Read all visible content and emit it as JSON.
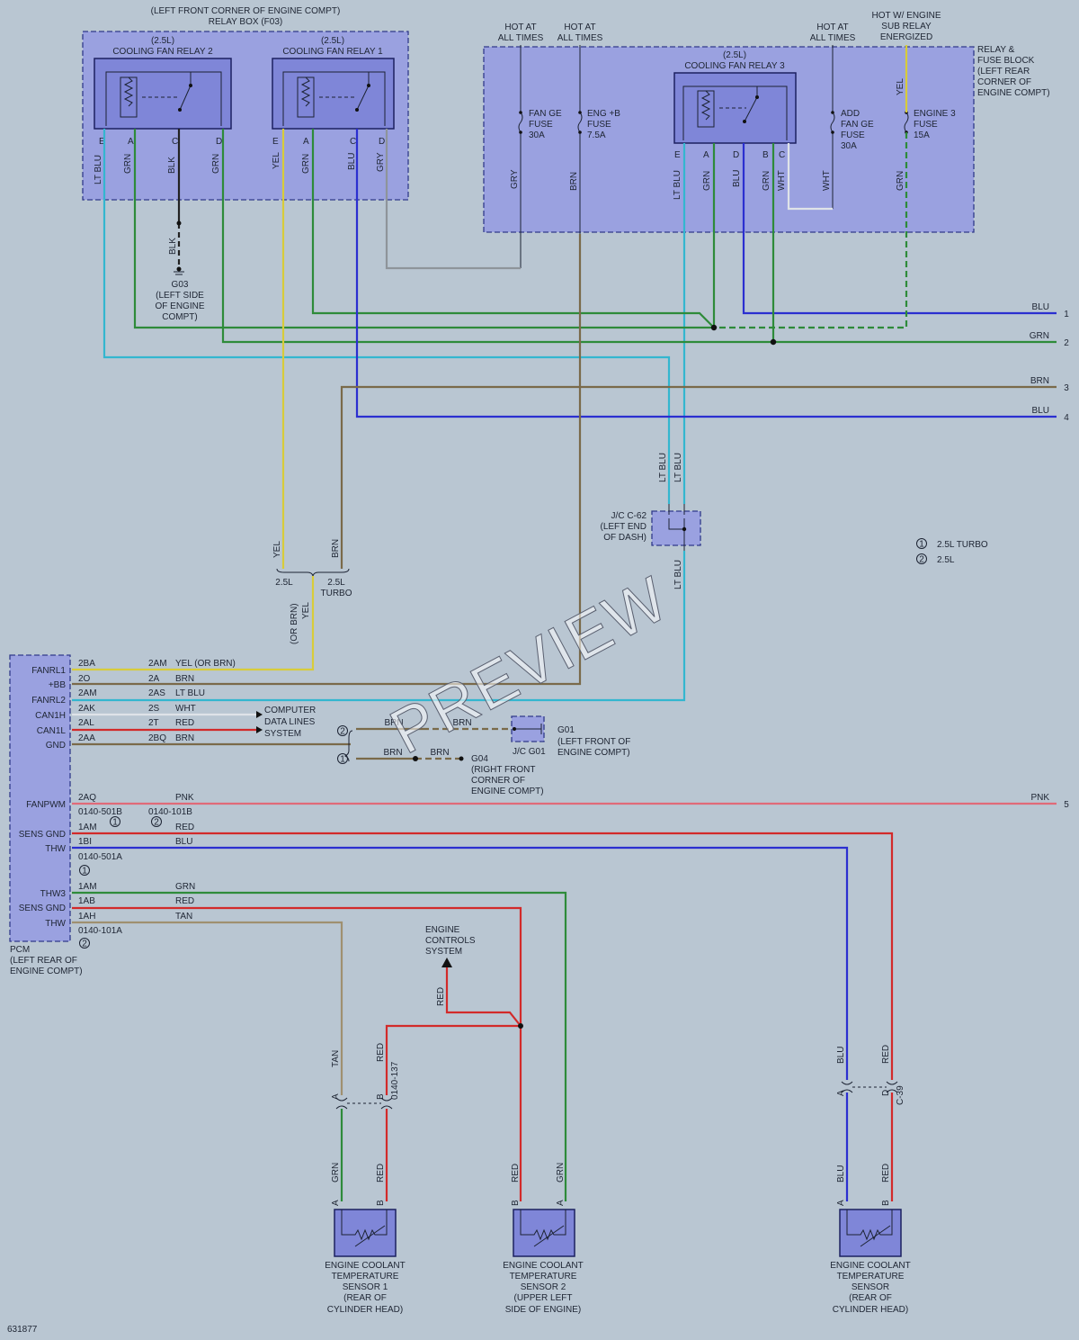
{
  "relay_box": {
    "title": "(LEFT FRONT CORNER OF ENGINE COMPT)",
    "subtitle": "RELAY BOX (F03)",
    "relay2": {
      "variant": "(2.5L)",
      "name": "COOLING FAN RELAY 2",
      "pins": [
        "E",
        "A",
        "C",
        "D"
      ],
      "wires": [
        "LT BLU",
        "GRN",
        "BLK",
        "GRN"
      ]
    },
    "relay1": {
      "variant": "(2.5L)",
      "name": "COOLING FAN RELAY 1",
      "pins": [
        "E",
        "A",
        "C",
        "D"
      ],
      "wires": [
        "YEL",
        "GRN",
        "BLU",
        "GRY"
      ]
    }
  },
  "fuse_block": {
    "title": [
      "RELAY &",
      "FUSE BLOCK",
      "(LEFT REAR",
      "CORNER OF",
      "ENGINE COMPT)"
    ],
    "hot_at_all_times": [
      "HOT AT",
      "ALL TIMES"
    ],
    "hot_engine": [
      "HOT W/ ENGINE",
      "SUB RELAY",
      "ENERGIZED"
    ],
    "fuses": {
      "fan_ge": [
        "FAN GE",
        "FUSE",
        "30A"
      ],
      "eng_bb": [
        "ENG +B",
        "FUSE",
        "7.5A"
      ],
      "add_fan": [
        "ADD",
        "FAN GE",
        "FUSE",
        "30A"
      ],
      "engine3": [
        "ENGINE 3",
        "FUSE",
        "15A"
      ]
    },
    "relay3": {
      "variant": "(2.5L)",
      "name": "COOLING FAN RELAY 3",
      "pins": [
        "E",
        "A",
        "D",
        "B",
        "C"
      ],
      "wires": [
        "LT BLU",
        "GRN",
        "BLU",
        "GRN",
        "WHT"
      ]
    },
    "wire_labels": {
      "gry": "GRY",
      "brn": "BRN",
      "wht": "WHT",
      "grn": "GRN",
      "yel": "YEL"
    }
  },
  "ground_g03": {
    "wire": "BLK",
    "label": [
      "G03",
      "(LEFT SIDE",
      "OF ENGINE",
      "COMPT)"
    ]
  },
  "right_wires": [
    {
      "label": "BLU",
      "num": "1"
    },
    {
      "label": "GRN",
      "num": "2"
    },
    {
      "label": "BRN",
      "num": "3"
    },
    {
      "label": "BLU",
      "num": "4"
    }
  ],
  "jc_c62": {
    "label": [
      "J/C C-62",
      "(LEFT END",
      "OF DASH)"
    ],
    "wire_top": "LT BLU",
    "wire_bottom": "LT BLU"
  },
  "legend": [
    {
      "mark": "1",
      "text": "2.5L TURBO"
    },
    {
      "mark": "2",
      "text": "2.5L"
    }
  ],
  "variant_split": {
    "yel": "YEL",
    "brn": "BRN",
    "left": "2.5L",
    "right": [
      "2.5L",
      "TURBO"
    ],
    "below": [
      "(OR BRN)",
      "YEL"
    ]
  },
  "pcm": {
    "label": [
      "PCM",
      "(LEFT REAR OF",
      "ENGINE COMPT)"
    ],
    "pins": [
      "FANRL1",
      "+BB",
      "FANRL2",
      "CAN1H",
      "CAN1L",
      "GND",
      "FANPWM",
      "SENS GND",
      "THW",
      "THW3",
      "SENS GND",
      "THW"
    ],
    "rows": [
      {
        "p1": "2BA",
        "p2": "2AM",
        "w": "YEL  (OR BRN)"
      },
      {
        "p1": "2O",
        "p2": "2A",
        "w": "BRN"
      },
      {
        "p1": "2AM",
        "p2": "2AS",
        "w": "LT BLU"
      },
      {
        "p1": "2AK",
        "p2": "2S",
        "w": "WHT"
      },
      {
        "p1": "2AL",
        "p2": "2T",
        "w": "RED"
      },
      {
        "p1": "2AA",
        "p2": "2BQ",
        "w": "BRN"
      },
      {
        "p1": "2AQ",
        "p2": "",
        "w": "PNK"
      },
      {
        "p1": "1AM",
        "p2": "",
        "w": "RED"
      },
      {
        "p1": "1BI",
        "p2": "",
        "w": "BLU"
      },
      {
        "p1": "1AM",
        "p2": "",
        "w": "GRN"
      },
      {
        "p1": "1AB",
        "p2": "",
        "w": "RED"
      },
      {
        "p1": "1AH",
        "p2": "",
        "w": "TAN"
      }
    ],
    "connector_labels": {
      "c501b": "0140-501B",
      "c101b": "0140-101B",
      "c501a": "0140-501A",
      "c101a": "0140-101A",
      "m1": "1",
      "m2": "2"
    }
  },
  "computer_data": [
    "COMPUTER",
    "DATA LINES",
    "SYSTEM"
  ],
  "g01": {
    "label": [
      "G01",
      "(LEFT FRONT OF",
      "ENGINE COMPT)"
    ],
    "jc": "J/C G01",
    "wire": "BRN"
  },
  "g04": {
    "label": [
      "G04",
      "(RIGHT FRONT",
      "CORNER OF",
      "ENGINE COMPT)"
    ],
    "wire": "BRN"
  },
  "pnk_out": {
    "label": "PNK",
    "num": "5"
  },
  "engine_controls": [
    "ENGINE",
    "CONTROLS",
    "SYSTEM"
  ],
  "sensors": [
    {
      "label": [
        "ENGINE COOLANT",
        "TEMPERATURE",
        "SENSOR 1",
        "(REAR OF",
        "CYLINDER HEAD)"
      ],
      "pin_a": "A",
      "pin_b": "B",
      "wire_a": "GRN",
      "wire_b": "RED"
    },
    {
      "label": [
        "ENGINE COOLANT",
        "TEMPERATURE",
        "SENSOR 2",
        "(UPPER LEFT",
        "SIDE OF ENGINE)"
      ],
      "pin_a": "A",
      "pin_b": "B",
      "wire_a": "GRN",
      "wire_b": "RED"
    },
    {
      "label": [
        "ENGINE COOLANT",
        "TEMPERATURE",
        "SENSOR",
        "(REAR OF",
        "CYLINDER HEAD)"
      ],
      "pin_a": "A",
      "pin_b": "B",
      "wire_a": "BLU",
      "wire_b": "RED"
    }
  ],
  "inline_connectors": {
    "c0140_137": {
      "name": "0140-137",
      "pin_a": "A",
      "pin_b": "B",
      "wire_a": "TAN",
      "wire_b": "RED"
    },
    "c39": {
      "name": "C-39",
      "pin_a": "A",
      "pin_b": "D",
      "wire_a": "BLU",
      "wire_b": "RED"
    }
  },
  "red_branch": "RED",
  "watermark": "PREVIEW",
  "figure_id": "631877",
  "colors": {
    "background": "#b9c6d2",
    "box_fill": "#9aa1e0",
    "relay_fill": "#7f86d8",
    "green": "#2e8b3a",
    "blue": "#2b2fd0",
    "lt_blu": "#33b6cf",
    "yel": "#d8cc3a",
    "brn": "#7a6a4a",
    "gry": "#8e949a",
    "red": "#d22a2a",
    "pnk": "#e06a78",
    "tan": "#9f9070",
    "blk": "#222222"
  }
}
